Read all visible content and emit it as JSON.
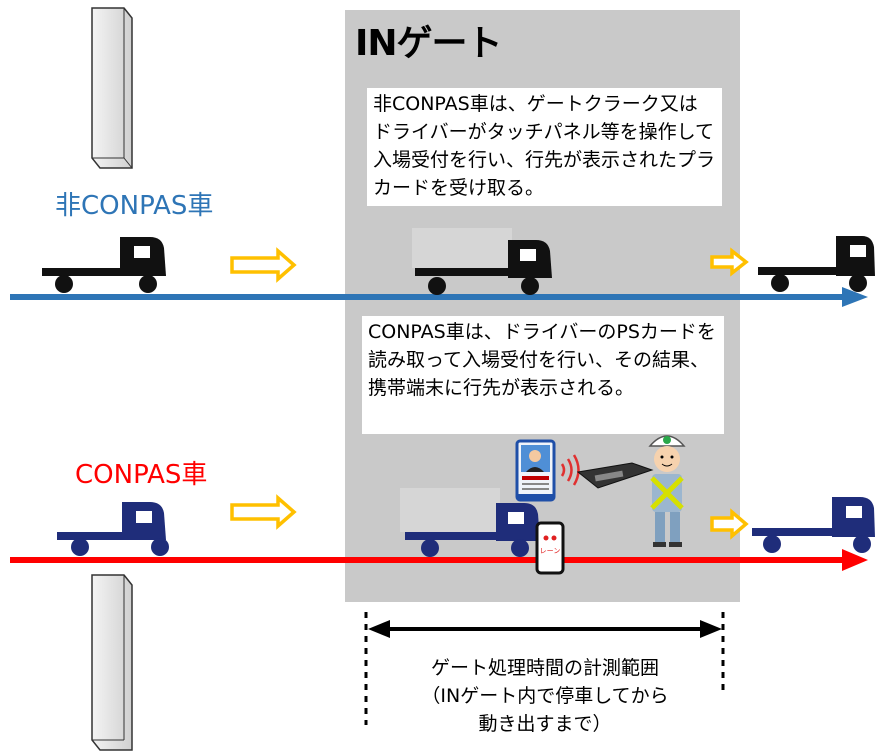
{
  "gate": {
    "title": "INゲート",
    "non_conpas_text": "非CONPAS車は、ゲートクラーク又はドライバーがタッチパネル等を操作して入場受付を行い、行先が表示されたプラカードを受け取る。",
    "conpas_text": "CONPAS車は、ドライバーのPSカードを読み取って入場受付を行い、その結果、携帯端末に行先が表示される。"
  },
  "lanes": {
    "non_conpas_label": "非CONPAS車",
    "conpas_label": "CONPAS車"
  },
  "phone": {
    "label": "レーン"
  },
  "measurement": {
    "caption_line1": "ゲート処理時間の計測範囲",
    "caption_line2": "（INゲート内で停車してから",
    "caption_line3": "動き出すまで）"
  },
  "colors": {
    "non_conpas_lane": "#2e75b6",
    "conpas_lane": "#ff0000",
    "flow_arrow": "#ffc000",
    "conpas_truck": "#1f2d7a",
    "gate_zone": "#c9c9c9"
  }
}
